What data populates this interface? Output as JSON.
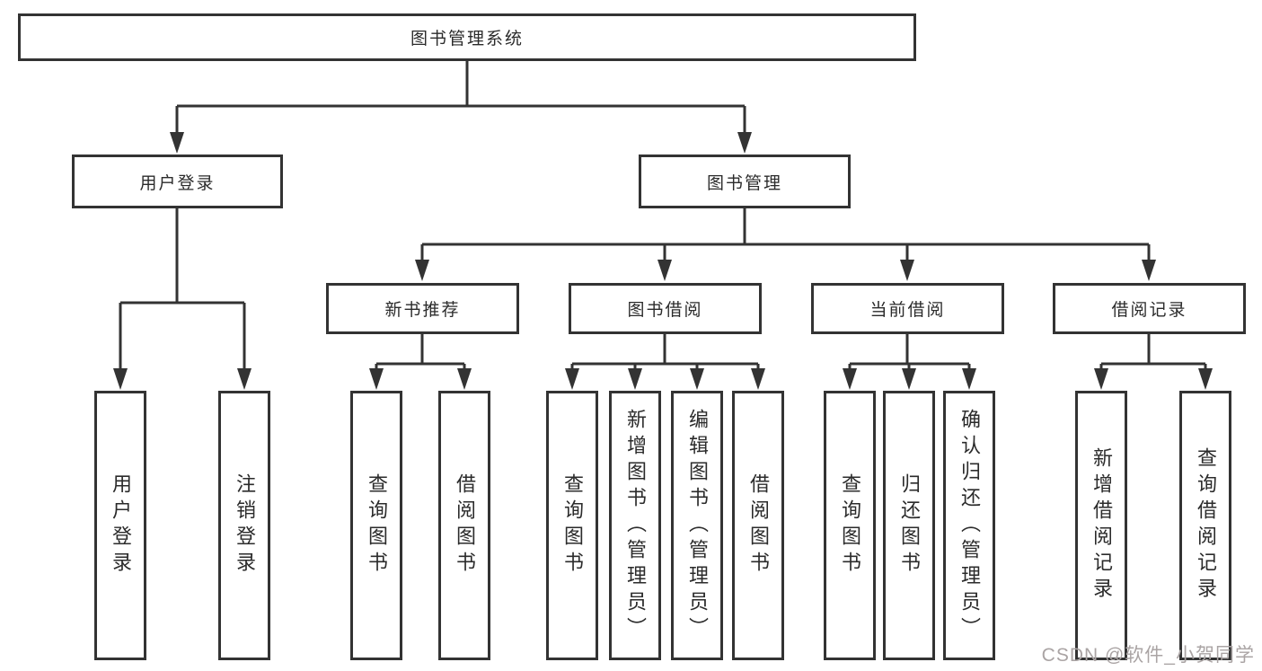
{
  "nodes": {
    "root": {
      "label": "图书管理系统"
    },
    "login": {
      "label": "用户登录",
      "children": [
        "用户登录",
        "注销登录"
      ]
    },
    "mgmt": {
      "label": "图书管理"
    },
    "newbook": {
      "label": "新书推荐",
      "children": [
        "查询图书",
        "借阅图书"
      ]
    },
    "borrow": {
      "label": "图书借阅",
      "children": [
        "查询图书",
        "新增图书（管理员）",
        "编辑图书（管理员）",
        "借阅图书"
      ]
    },
    "current": {
      "label": "当前借阅",
      "children": [
        "查询图书",
        "归还图书",
        "确认归还（管理员）"
      ]
    },
    "records": {
      "label": "借阅记录",
      "children": [
        "新增借阅记录",
        "查询借阅记录"
      ]
    }
  },
  "watermark": {
    "text": "CSDN @软件_小贺同学"
  },
  "colors": {
    "border": "#333333",
    "line": "#333333",
    "text": "#2b2b2b",
    "background": "#ffffff",
    "watermark": "#aaa4a4"
  }
}
